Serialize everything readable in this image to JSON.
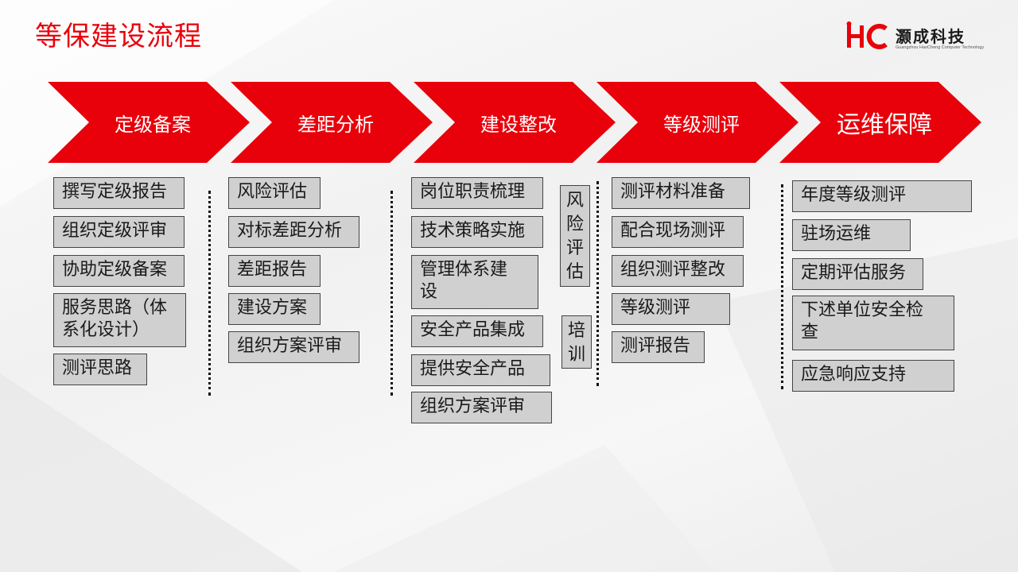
{
  "title": "等保建设流程",
  "logo": {
    "name": "灏成科技",
    "subtitle": "Guangzhou HaoCheng Computer Technology"
  },
  "colors": {
    "accent": "#e8000b",
    "box_fill": "#d0d0d0",
    "box_border": "#444444"
  },
  "stages": [
    {
      "label": "定级备案"
    },
    {
      "label": "差距分析"
    },
    {
      "label": "建设整改"
    },
    {
      "label": "等级测评"
    },
    {
      "label": "运维保障"
    }
  ],
  "columns": [
    {
      "items": [
        "撰写定级报告",
        "组织定级评审",
        "协助定级备案",
        "服务思路（体\n系化设计）",
        "测评思路"
      ]
    },
    {
      "items": [
        "风险评估",
        "对标差距分析",
        "差距报告",
        "建设方案",
        "组织方案评审"
      ]
    },
    {
      "items": [
        "岗位职责梳理",
        "技术策略实施",
        "管理体系建\n设",
        "安全产品集成",
        "提供安全产品",
        "组织方案评审"
      ],
      "side_items": [
        "风\n险\n评\n估",
        "培\n训"
      ]
    },
    {
      "items": [
        "测评材料准备",
        "配合现场测评",
        "组织测评整改",
        "等级测评",
        "测评报告"
      ]
    },
    {
      "items": [
        "年度等级测评",
        "驻场运维",
        "定期评估服务",
        "下述单位安全检\n查",
        "应急响应支持"
      ]
    }
  ]
}
